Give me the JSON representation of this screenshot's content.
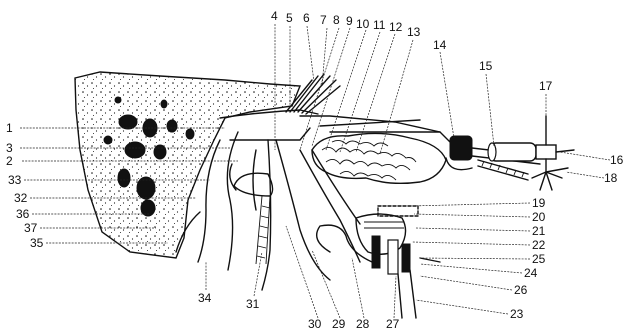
{
  "figure": {
    "labels": [
      "1",
      "2",
      "3",
      "4",
      "5",
      "6",
      "7",
      "8",
      "9",
      "10",
      "11",
      "12",
      "13",
      "14",
      "15",
      "16",
      "17",
      "18",
      "19",
      "20",
      "21",
      "22",
      "23",
      "24",
      "25",
      "26",
      "27",
      "28",
      "29",
      "30",
      "31",
      "32",
      "33",
      "34",
      "35",
      "36",
      "37"
    ]
  }
}
